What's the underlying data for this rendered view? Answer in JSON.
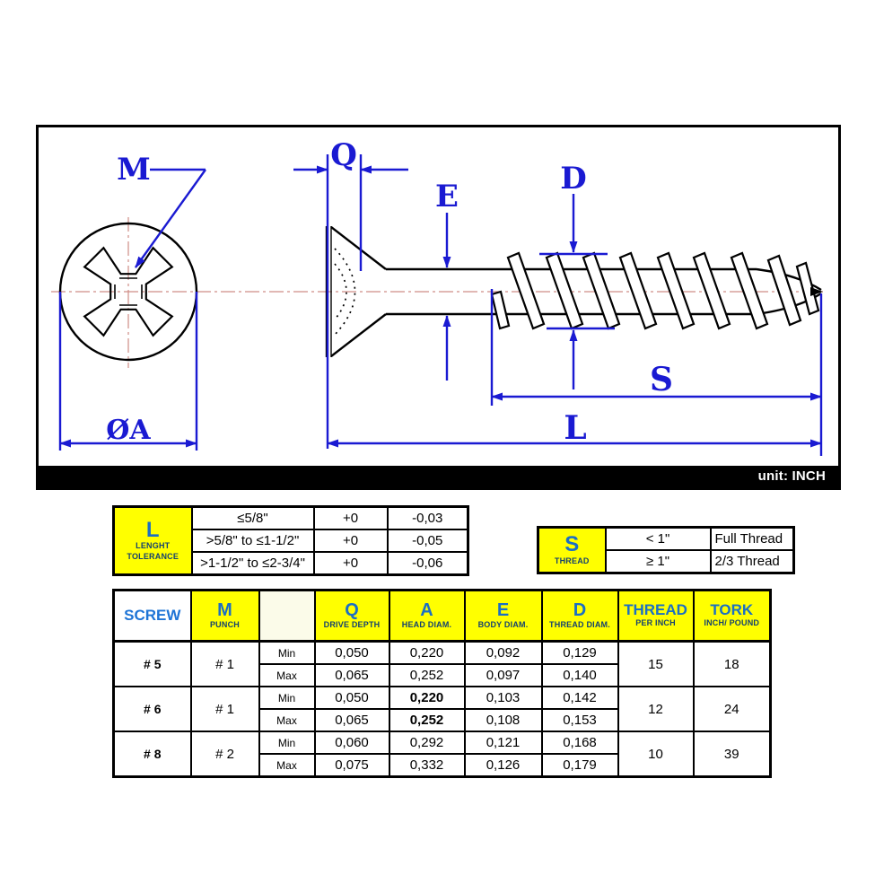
{
  "drawing": {
    "unit_label": "unit: INCH",
    "labels": {
      "m": "M",
      "q": "Q",
      "e": "E",
      "d": "D",
      "s": "S",
      "l": "L",
      "phi_a": "ØA"
    },
    "colors": {
      "dimension_blue": "#1a1ad2",
      "line_black": "#000000",
      "centerline_pink": "#cf8d86",
      "table_header_yellow": "#ffff00",
      "header_text_blue": "#1b6fc4",
      "header_caption_navy": "#14416f"
    }
  },
  "length_tolerance_table": {
    "symbol": "L",
    "caption_line1": "LENGHT",
    "caption_line2": "TOLERANCE",
    "rows": [
      {
        "range": "≤5/8\"",
        "upper": "+0",
        "lower": "-0,03"
      },
      {
        "range": ">5/8\" to ≤1-1/2\"",
        "upper": "+0",
        "lower": "-0,05"
      },
      {
        "range": ">1-1/2\" to ≤2-3/4\"",
        "upper": "+0",
        "lower": "-0,06"
      }
    ]
  },
  "thread_table": {
    "symbol": "S",
    "caption": "THREAD",
    "rows": [
      {
        "range": "< 1\"",
        "value": "Full Thread"
      },
      {
        "range": "≥ 1\"",
        "value": "2/3 Thread"
      }
    ]
  },
  "spec_table": {
    "headers": {
      "screw": "SCREW",
      "m": "M",
      "m_sub": "PUNCH",
      "q": "Q",
      "q_sub": "DRIVE DEPTH",
      "a": "A",
      "a_sub": "HEAD DIAM.",
      "e": "E",
      "e_sub": "BODY DIAM.",
      "d": "D",
      "d_sub": "THREAD DIAM.",
      "thread": "THREAD",
      "thread_sub": "PER INCH",
      "tork": "TORK",
      "tork_sub": "INCH/ POUND"
    },
    "row_labels": {
      "min": "Min",
      "max": "Max"
    },
    "groups": [
      {
        "screw": "# 5",
        "punch": "# 1",
        "min": {
          "q": "0,050",
          "a": "0,220",
          "e": "0,092",
          "d": "0,129"
        },
        "max": {
          "q": "0,065",
          "a": "0,252",
          "e": "0,097",
          "d": "0,140"
        },
        "thread_per_inch": "15",
        "tork": "18"
      },
      {
        "screw": "# 6",
        "punch": "# 1",
        "min": {
          "q": "0,050",
          "a": "0,220",
          "e": "0,103",
          "d": "0,142"
        },
        "max": {
          "q": "0,065",
          "a": "0,252",
          "e": "0,108",
          "d": "0,153"
        },
        "thread_per_inch": "12",
        "tork": "24"
      },
      {
        "screw": "# 8",
        "punch": "# 2",
        "min": {
          "q": "0,060",
          "a": "0,292",
          "e": "0,121",
          "d": "0,168"
        },
        "max": {
          "q": "0,075",
          "a": "0,332",
          "e": "0,126",
          "d": "0,179"
        },
        "thread_per_inch": "10",
        "tork": "39"
      }
    ]
  }
}
